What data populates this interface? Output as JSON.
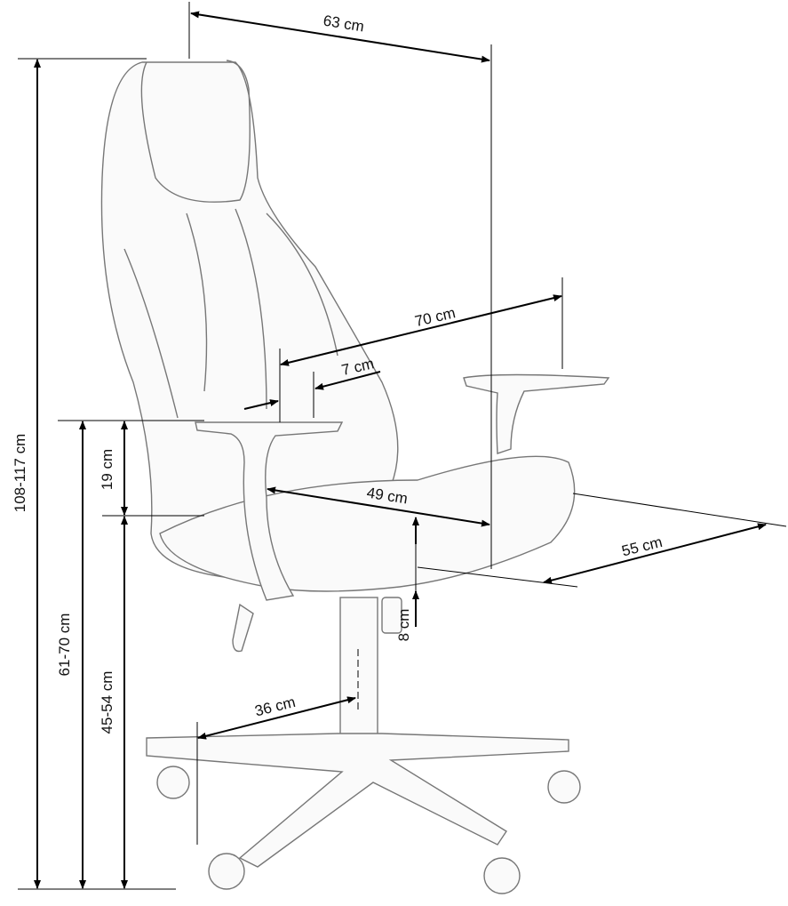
{
  "title": "Chair dimensions",
  "dimensions": {
    "width_top": "63 cm",
    "total_height": "108-117 cm",
    "armrest_height": "61-70 cm",
    "seat_height": "45-54 cm",
    "armrest_above_seat": "19 cm",
    "armrest_span": "70 cm",
    "armrest_width": "7 cm",
    "seat_width": "49 cm",
    "seat_depth": "55 cm",
    "seat_thickness": "8 cm",
    "base_radius": "36 cm"
  },
  "colors": {
    "line": "#000000",
    "sketch": "#777777"
  }
}
